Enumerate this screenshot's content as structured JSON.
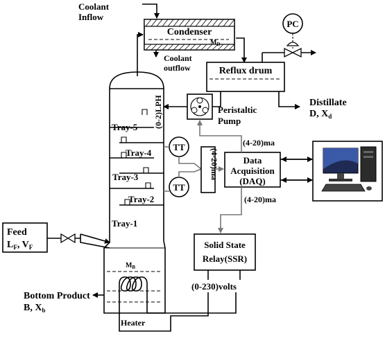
{
  "labels": {
    "coolant_inflow_1": "Coolant",
    "coolant_inflow_2": "Inflow",
    "condenser": "Condenser",
    "md": "M",
    "md_sub": "D",
    "coolant_outflow_1": "Coolant",
    "coolant_outflow_2": "outflow",
    "pc": "PC",
    "reflux_drum": "Reflux drum",
    "distillate_1": "Distillate",
    "distillate_2": "D, X",
    "distillate_sub": "d",
    "lph": "(0-2)LPH",
    "peristaltic_1": "Peristaltic",
    "peristaltic_2": "Pump",
    "tray5": "Tray-5",
    "tray4": "Tray-4",
    "tray3": "Tray-3",
    "tray2": "Tray-2",
    "tray1": "Tray-1",
    "tt_top": "TT",
    "tt_bottom": "TT",
    "ma_vertical": "(4-20)ma",
    "ma_top": "(4-20)ma",
    "ma_bottom": "(4-20)ma",
    "daq_1": "Data",
    "daq_2": "Acquisition",
    "daq_3": "(DAQ)",
    "feed_1": "Feed",
    "feed_2": "L",
    "feed_2_sub": "F",
    "feed_3": ", V",
    "feed_3_sub": "F",
    "mb": "M",
    "mb_sub": "B",
    "ssr_1": "Solid State",
    "ssr_2": "Relay(SSR)",
    "volts": "(0-230)volts",
    "bottom_1": "Bottom Product",
    "bottom_2": "B, X",
    "bottom_sub": "b",
    "heater": "Heater"
  }
}
